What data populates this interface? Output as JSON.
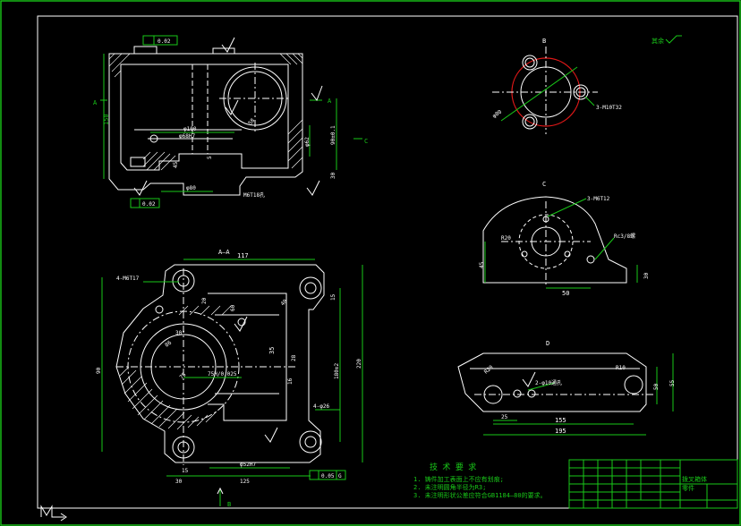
{
  "drawing": {
    "colors": {
      "background": "#000000",
      "geometry": "#ffffff",
      "dimension": "#19c819",
      "accent": "#e01818"
    },
    "view_labels": {
      "section_aa": "A—A",
      "view_b": "B",
      "view_c": "C",
      "view_d": "D",
      "arrow_a": "A",
      "arrow_b": "B",
      "arrow_c": "C"
    },
    "roughness_note": "其余",
    "top_view_dims": {
      "flatness": "0.02",
      "flatness_bottom": "0.02",
      "height_150": "150",
      "bore_100": "φ100",
      "bore_68h7": "φ68H7",
      "dim_45": "45",
      "bore_80": "φ80",
      "dim_58": "58",
      "dim_62": "φ62",
      "dim_90": "90±0.1",
      "dim_30": "30",
      "thread_m6": "M6T18孔",
      "dim_5": "5"
    },
    "section_dims": {
      "dim_117": "117",
      "holes_m6": "4-M6T17",
      "dim_20": "20",
      "dim_60": "60",
      "angle_30": "30°",
      "dim_86": "86",
      "dim_40": "40",
      "dim_15a": "15",
      "dim_35": "35",
      "dim_28": "28",
      "dim_75": "75",
      "fit_75": "75H/0.025",
      "center_180": "180±2",
      "height_220": "220",
      "height_90": "90",
      "holes_26": "4-φ26",
      "dim_52h7": "φ52H7",
      "dim_125": "125",
      "dim_15b": "15",
      "dim_30b": "30",
      "tol_005": "0.05",
      "datum_g": "G",
      "dim_16": "16"
    },
    "view_b_dims": {
      "dim_80": "φ80",
      "thread": "3-M10T32"
    },
    "view_c_dims": {
      "thread": "3-M6T12",
      "pipe": "Rc3/8螺",
      "r20": "R20",
      "dim_45": "45",
      "dim_50": "50",
      "dim_30": "30"
    },
    "view_d_dims": {
      "r20a": "R20",
      "r10": "R10",
      "hole": "2-φ10通孔",
      "dim_25": "25",
      "dim_155": "155",
      "dim_195": "195",
      "dim_50": "50",
      "dim_55": "55"
    },
    "tech_requirements": {
      "title": "技 术 要 求",
      "items": [
        "1. 铸件加工表面上不应有划痕;",
        "2. 未注明圆角半径为R3;",
        "3. 未注明形状公差应符合GB1184—80的要求。"
      ]
    },
    "title_block": {
      "part_name": "拨叉箱体",
      "note": "零件"
    }
  }
}
